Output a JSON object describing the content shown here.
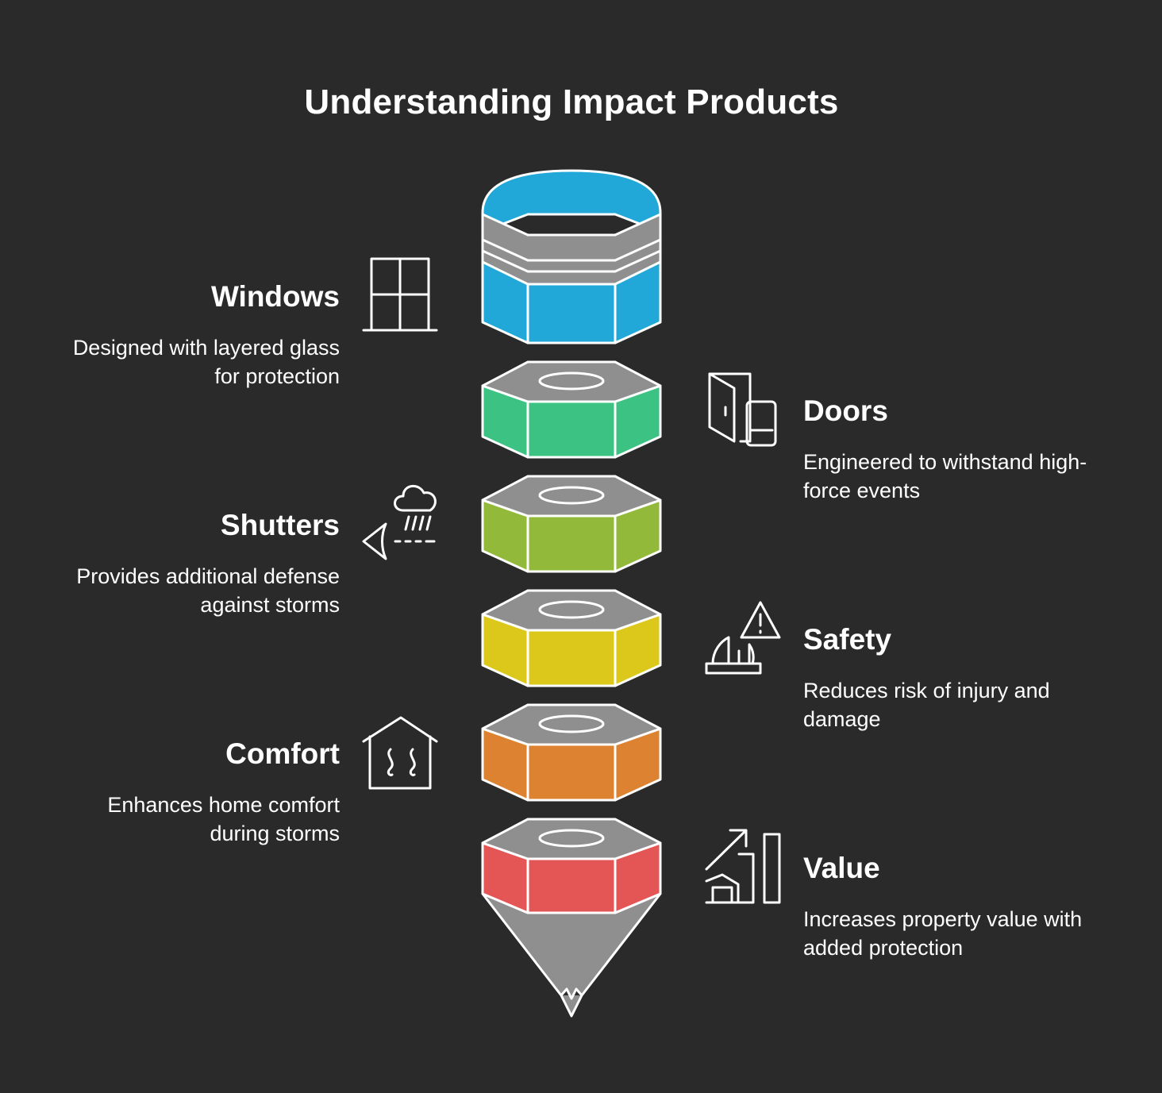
{
  "title": "Understanding Impact Products",
  "items": [
    {
      "label": "Windows",
      "description_lines": [
        "Designed with layered glass",
        "for protection"
      ],
      "icon": "window-icon",
      "color": "#22a8d8",
      "side": "left"
    },
    {
      "label": "Doors",
      "description_lines": [
        "Engineered to withstand high-",
        "force events"
      ],
      "icon": "door-phone-icon",
      "color": "#3cc383",
      "side": "right"
    },
    {
      "label": "Shutters",
      "description_lines": [
        "Provides additional defense",
        "against storms"
      ],
      "icon": "storm-shutter-icon",
      "color": "#92b93a",
      "side": "left"
    },
    {
      "label": "Safety",
      "description_lines": [
        "Reduces risk of injury and",
        "damage"
      ],
      "icon": "warning-safety-icon",
      "color": "#dcc81a",
      "side": "right"
    },
    {
      "label": "Comfort",
      "description_lines": [
        "Enhances home comfort",
        "during storms"
      ],
      "icon": "home-heat-icon",
      "color": "#dc8230",
      "side": "left"
    },
    {
      "label": "Value",
      "description_lines": [
        "Increases property value with",
        "added protection"
      ],
      "icon": "value-growth-icon",
      "color": "#e45656",
      "side": "right"
    }
  ],
  "colors": {
    "background": "#2a2a2a",
    "segment_top": "#8f8f8f",
    "outline": "#ffffff"
  }
}
